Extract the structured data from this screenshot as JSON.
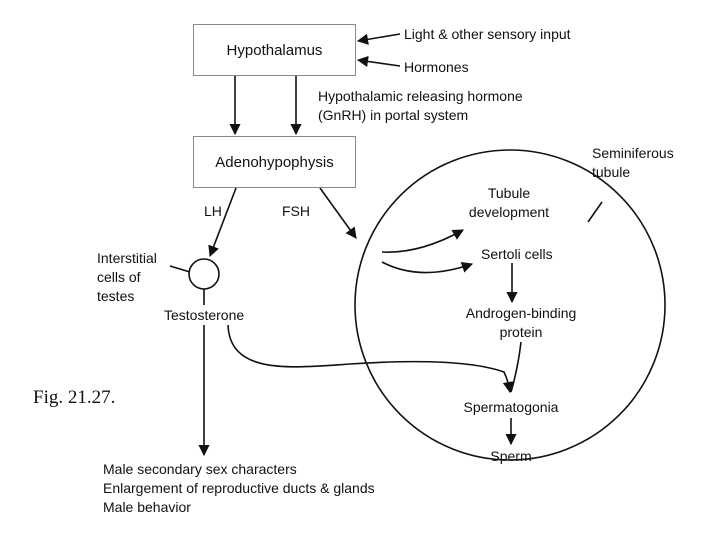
{
  "figure_label": "Fig. 21.27.",
  "nodes": {
    "hypothalamus": "Hypothalamus",
    "adenohypophysis": "Adenohypophysis"
  },
  "inputs": {
    "light": "Light & other sensory input",
    "hormones": "Hormones"
  },
  "releasing": {
    "line1": "Hypothalamic releasing hormone",
    "line2": "(GnRH) in portal system"
  },
  "labels": {
    "lh": "LH",
    "fsh": "FSH",
    "interstitial_1": "Interstitial",
    "interstitial_2": "cells of",
    "interstitial_3": "testes",
    "testosterone": "Testosterone"
  },
  "tubule": {
    "title_1": "Seminiferous",
    "title_2": "tubule",
    "development_1": "Tubule",
    "development_2": "development",
    "sertoli": "Sertoli cells",
    "abp_1": "Androgen-binding",
    "abp_2": "protein",
    "spermatogonia": "Spermatogonia",
    "sperm": "Sperm"
  },
  "effects": {
    "line1": "Male secondary sex characters",
    "line2": "Enlargement of reproductive ducts & glands",
    "line3": "Male behavior"
  }
}
